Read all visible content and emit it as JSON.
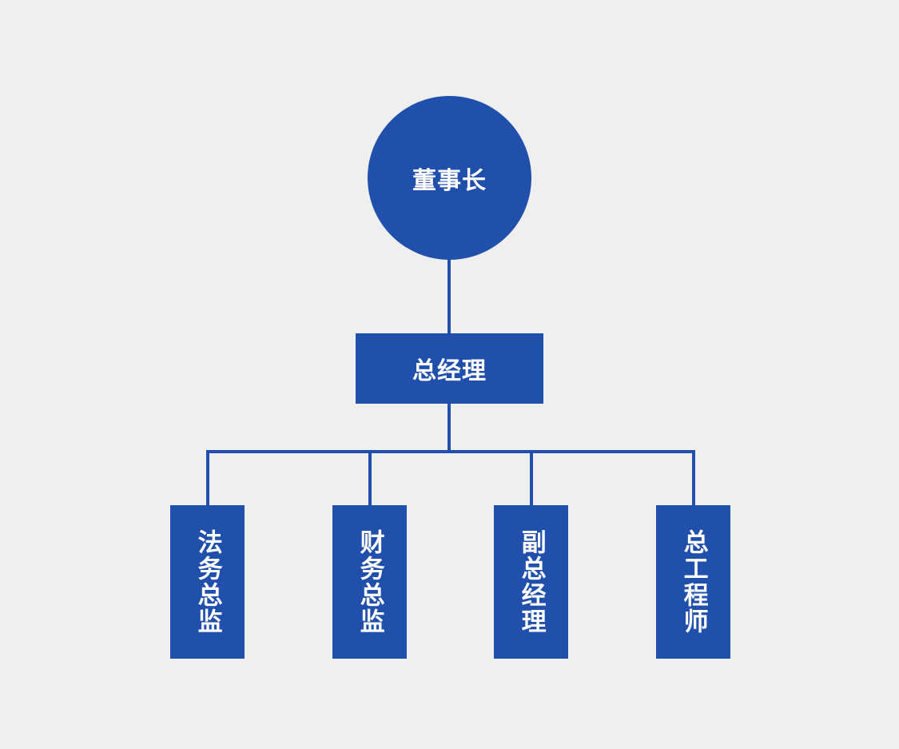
{
  "diagram": {
    "type": "organization-chart",
    "title": "",
    "background_color": "#efefef",
    "accent_color": "#2050ac",
    "text_color": "#ffffff",
    "levels": 3,
    "root": {
      "id": "chairman",
      "label": "董事长",
      "shape": "circle",
      "orientation": "horizontal"
    },
    "level2": {
      "id": "general-manager",
      "label": "总经理",
      "shape": "rectangle",
      "orientation": "horizontal"
    },
    "level3": [
      {
        "id": "legal-director",
        "label": "法务总监",
        "shape": "rectangle",
        "orientation": "vertical"
      },
      {
        "id": "finance-director",
        "label": "财务总监",
        "shape": "rectangle",
        "orientation": "vertical"
      },
      {
        "id": "deputy-general-manager",
        "label": "副总经理",
        "shape": "rectangle",
        "orientation": "vertical"
      },
      {
        "id": "chief-engineer",
        "label": "总工程师",
        "shape": "rectangle",
        "orientation": "vertical"
      }
    ]
  }
}
